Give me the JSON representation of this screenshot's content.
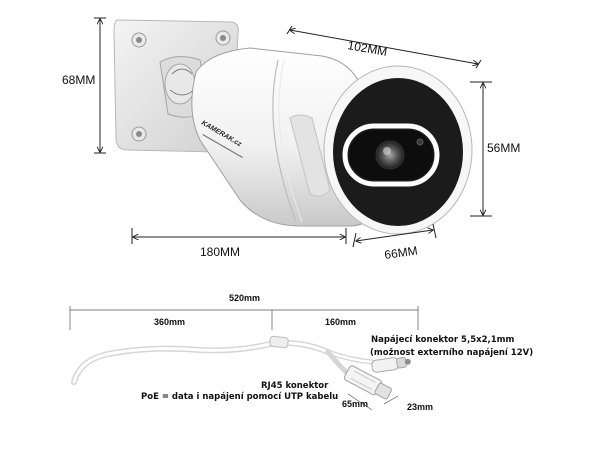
{
  "camera": {
    "brand": "KAMERAK.cz",
    "dimensions": {
      "mount_height": "68MM",
      "body_length": "102MM",
      "total_length": "180MM",
      "front_height": "56MM",
      "front_width": "66MM"
    }
  },
  "cable": {
    "dimensions": {
      "total": "520mm",
      "rj45_branch": "360mm",
      "power_branch": "160mm",
      "connector_length": "65mm",
      "connector_width": "23mm"
    },
    "power_note_line1": "Napájecí konektor 5,5x2,1mm",
    "power_note_line2": "(možnost externího napájení 12V)",
    "rj45_note_line1": "RJ45 konektor",
    "rj45_note_line2": "PoE = data i napájení pomocí UTP kabelu"
  }
}
